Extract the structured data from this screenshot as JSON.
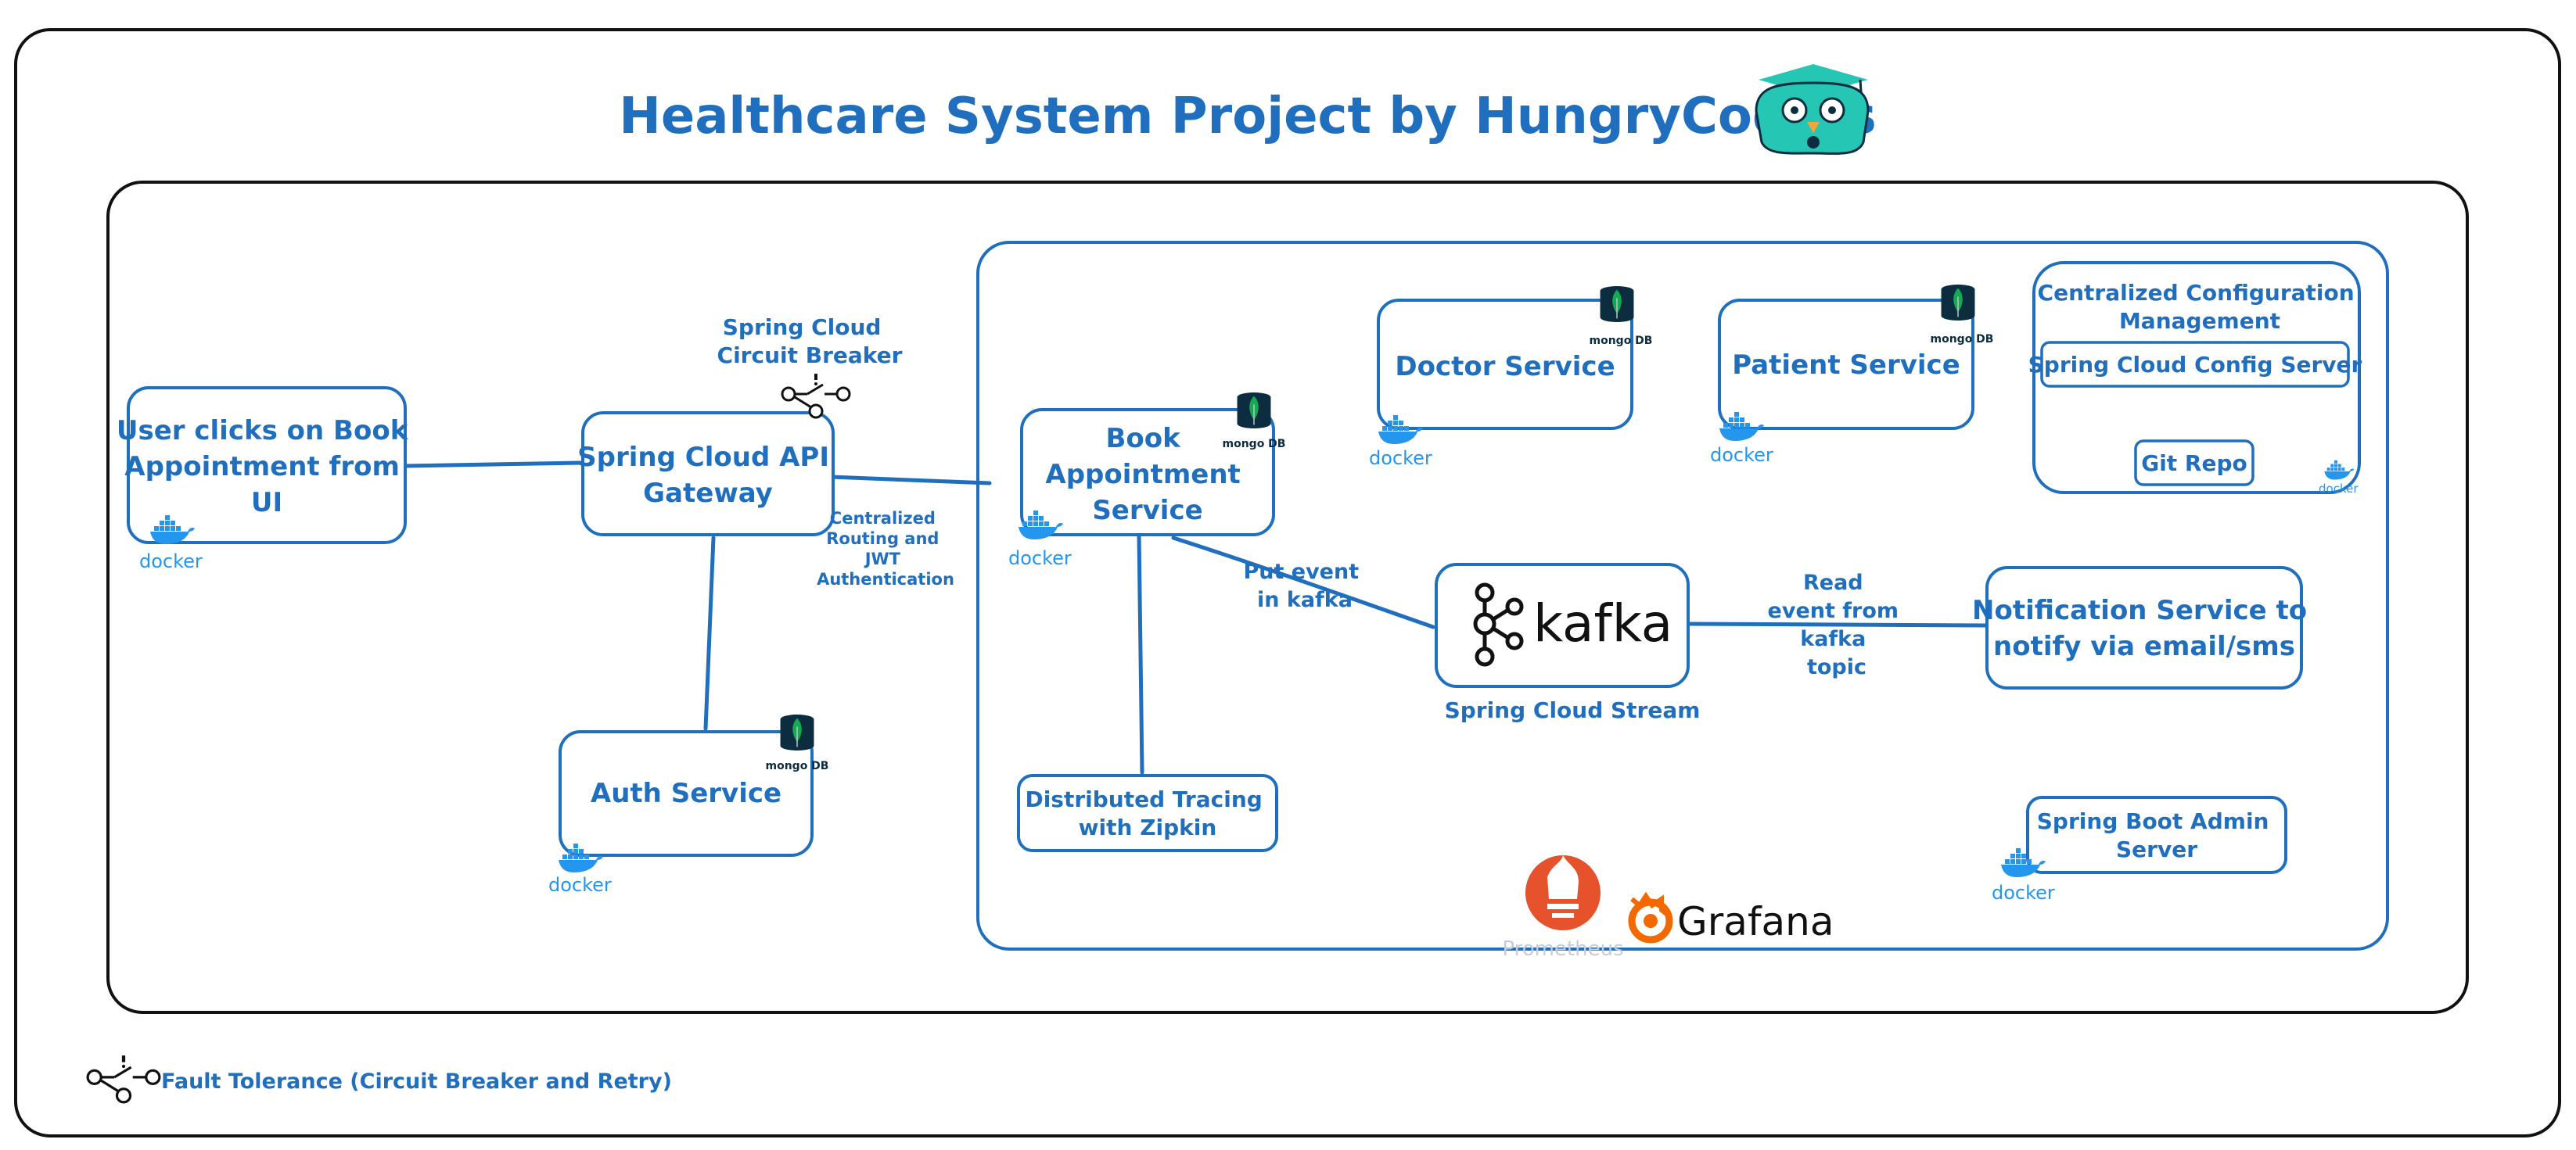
{
  "title": "Healthcare System Project by HungryCoders",
  "nodes": {
    "user": "User clicks on Book Appointment from UI",
    "gateway": "Spring Cloud API Gateway",
    "circuit_breaker": "Spring Cloud Circuit Breaker",
    "auth": "Auth Service",
    "book": "Book Appointment Service",
    "doctor": "Doctor Service",
    "patient": "Patient Service",
    "config_group": "Centralized Configuration Management",
    "config_server": "Spring Cloud Config Server",
    "git_repo": "Git Repo",
    "kafka": "kafka",
    "spring_cloud_stream": "Spring Cloud Stream",
    "notification": "Notification Service to notify via email/sms",
    "zipkin": "Distributed Tracing with Zipkin",
    "spring_boot_admin": "Spring Boot Admin Server",
    "prometheus": "Prometheus",
    "grafana": "Grafana"
  },
  "edges": {
    "routing": "Centralized Routing and JWT Authentication",
    "put_event": "Put event in kafka",
    "read_event": "Read event from kafka topic"
  },
  "badges": {
    "docker": "docker",
    "mongo": "mongo DB"
  },
  "legend": {
    "fault_tolerance": "Fault Tolerance (Circuit Breaker and Retry)"
  },
  "colors": {
    "primary": "#1f6fbe",
    "docker": "#2496ed",
    "mongo_bg": "#0c2c40",
    "mongo_leaf": "#13aa52",
    "prometheus": "#e6522c",
    "grafana": "#f46800",
    "mascot": "#26c6b5"
  }
}
